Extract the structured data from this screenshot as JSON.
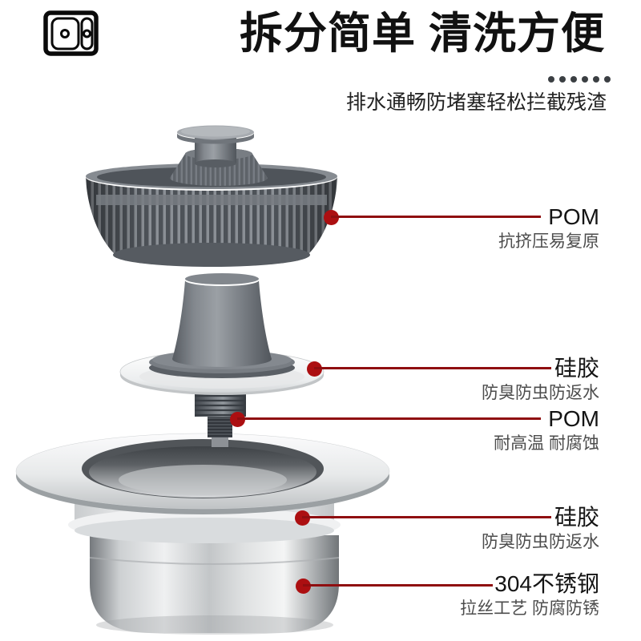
{
  "colors": {
    "background": "#ffffff",
    "title_text": "#111111",
    "subtitle_text": "#222222",
    "annotation_title": "#141414",
    "annotation_desc": "#4c4c4c",
    "leader_line_red": "#8F0E10",
    "leader_dot_red": "#AC0F11",
    "header_dot_gray": "#3B3F43",
    "icon_black": "#0A0A0A",
    "plastic_gray": "#6E7379",
    "steel_silver": "#D9DBDD"
  },
  "header": {
    "icon": "sink-icon",
    "title": "拆分简单 清洗方便",
    "decor_dots": 6,
    "subtitle": "排水通畅防堵塞轻松拦截残渣"
  },
  "product": {
    "name": "kitchen-sink-drain-strainer-exploded-view",
    "parts": [
      "pom-strainer-basket",
      "silicone-seal-disc",
      "pom-threaded-core",
      "silicone-gasket-ring",
      "stainless-steel-flange-and-cup"
    ]
  },
  "annotations": [
    {
      "title": "POM",
      "desc": "抗挤压易复原"
    },
    {
      "title": "硅胶",
      "desc": "防臭防虫防返水"
    },
    {
      "title": "POM",
      "desc": "耐高温 耐腐蚀"
    },
    {
      "title": "硅胶",
      "desc": "防臭防虫防返水"
    },
    {
      "title": "304不锈钢",
      "desc": "拉丝工艺 防腐防锈"
    }
  ]
}
